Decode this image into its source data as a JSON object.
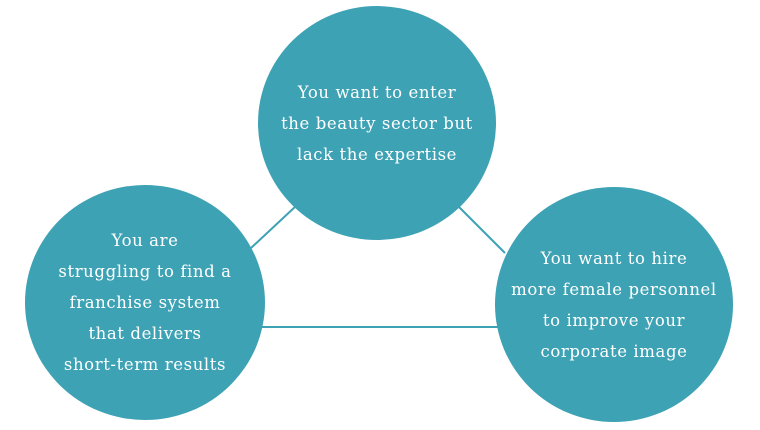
{
  "diagram": {
    "accent_color": "#3ea2b5",
    "line_color": "#3ea2b5",
    "nodes": [
      {
        "id": "top",
        "lines": [
          "You want to enter",
          "the beauty sector but",
          "lack the expertise"
        ]
      },
      {
        "id": "left",
        "lines": [
          "You are",
          "struggling to find a",
          "franchise system",
          "that delivers",
          "short-term results"
        ]
      },
      {
        "id": "right",
        "lines": [
          "You want to hire",
          "more female personnel",
          "to improve your",
          "corporate image"
        ]
      }
    ],
    "edges": [
      {
        "from": "top",
        "to": "left"
      },
      {
        "from": "top",
        "to": "right"
      },
      {
        "from": "left",
        "to": "right"
      }
    ]
  }
}
